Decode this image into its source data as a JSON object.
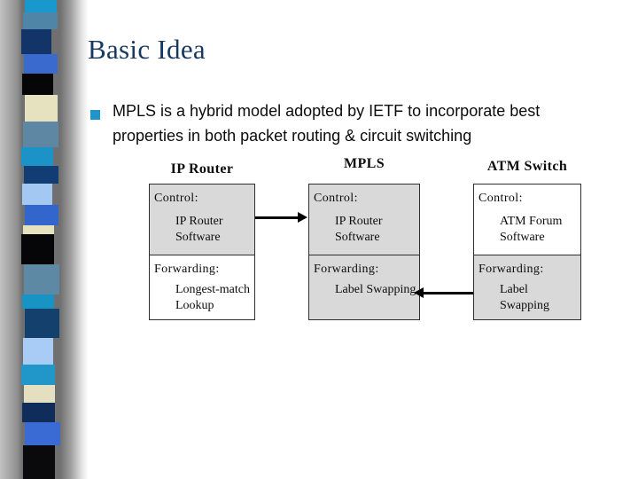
{
  "title": "Basic Idea",
  "bullet": {
    "line1": "MPLS is a hybrid model adopted by IETF to incorporate best",
    "line2": "properties in both packet routing & circuit switching"
  },
  "colors": {
    "title": "#17395f",
    "bullet_square": "#1e94c8",
    "box_shaded": "#d9d9d9",
    "box_border": "#2e2e2e",
    "arrow": "#000000"
  },
  "diagram": {
    "columns": [
      {
        "header": "IP Router",
        "control_label": "Control:",
        "control_line1": "IP Router",
        "control_line2": "Software",
        "control_shaded": true,
        "forwarding_label": "Forwarding:",
        "forwarding_line1": "Longest-match",
        "forwarding_line2": "Lookup",
        "forwarding_shaded": false
      },
      {
        "header": "MPLS",
        "control_label": "Control:",
        "control_line1": "IP Router",
        "control_line2": "Software",
        "control_shaded": true,
        "forwarding_label": "Forwarding:",
        "forwarding_line1": "Label Swapping",
        "forwarding_shaded": true
      },
      {
        "header": "ATM Switch",
        "control_label": "Control:",
        "control_line1": "ATM Forum",
        "control_line2": "Software",
        "control_shaded": false,
        "forwarding_label": "Forwarding:",
        "forwarding_line1": "Label Swapping",
        "forwarding_shaded": true
      }
    ]
  },
  "strip": {
    "blocks": [
      {
        "color": "#1898cc",
        "h": 14
      },
      {
        "color": "#4f86a8",
        "h": 19
      },
      {
        "color": "#123468",
        "h": 28
      },
      {
        "color": "#3a6ace",
        "h": 22
      },
      {
        "color": "#060608",
        "h": 24
      },
      {
        "color": "#e6e2c0",
        "h": 30
      },
      {
        "color": "#5d87a2",
        "h": 29
      },
      {
        "color": "#1c93c6",
        "h": 21
      },
      {
        "color": "#123c74",
        "h": 20
      },
      {
        "color": "#a3c8f2",
        "h": 24
      },
      {
        "color": "#3366cc",
        "h": 23
      },
      {
        "color": "#e6e2c0",
        "h": 10
      },
      {
        "color": "#060608",
        "h": 34
      },
      {
        "color": "#5d89a4",
        "h": 34
      },
      {
        "color": "#1794c4",
        "h": 16
      },
      {
        "color": "#14406e",
        "h": 33
      },
      {
        "color": "#a9ccf6",
        "h": 30
      },
      {
        "color": "#2196c8",
        "h": 23
      },
      {
        "color": "#e3dfc0",
        "h": 20
      },
      {
        "color": "#0f2c5a",
        "h": 22
      },
      {
        "color": "#3a6ad4",
        "h": 26
      },
      {
        "color": "#0a0a0c",
        "h": 38
      }
    ]
  }
}
